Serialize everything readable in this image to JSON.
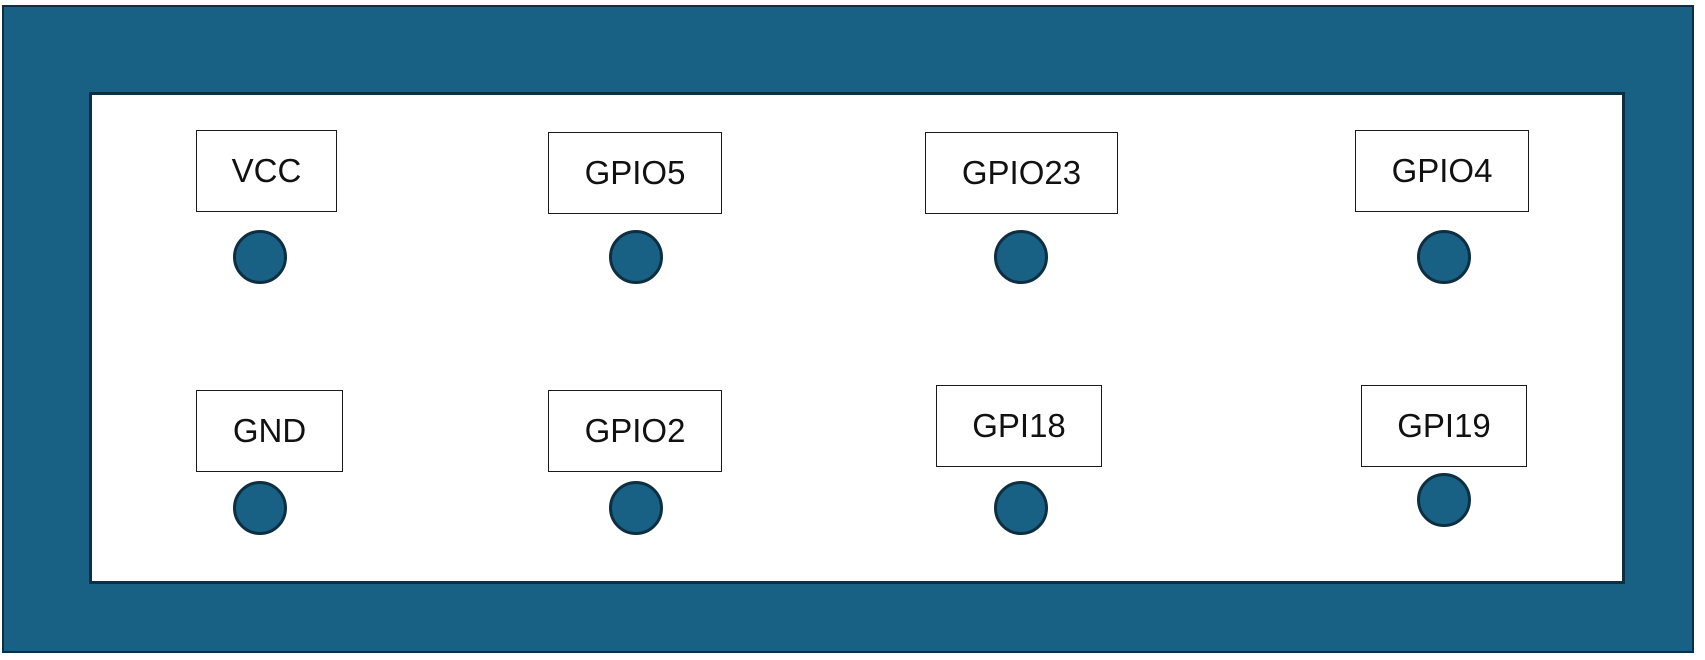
{
  "colors": {
    "board": "#186084",
    "board_border": "#0e2f42",
    "panel": "#ffffff",
    "pad": "#186084"
  },
  "pins": {
    "vcc": "VCC",
    "gpio5": "GPIO5",
    "gpio23": "GPIO23",
    "gpio4": "GPIO4",
    "gnd": "GND",
    "gpio2": "GPIO2",
    "gpi18": "GPI18",
    "gpi19": "GPI19"
  }
}
